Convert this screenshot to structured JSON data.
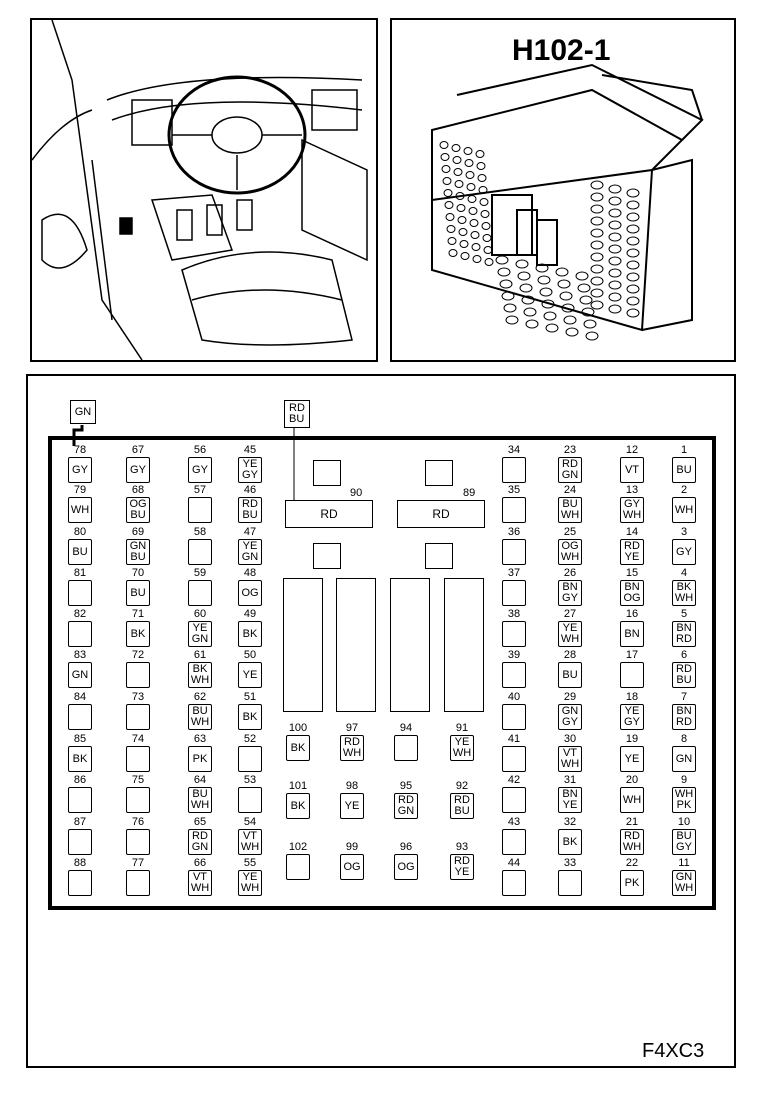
{
  "header": {
    "connector_id": "H102-1",
    "figure_code": "F4XC3"
  },
  "external": {
    "gn_label": "GN",
    "rdbu_label": "RD\nBU"
  },
  "relays": {
    "r90": {
      "num": "90",
      "label": "RD"
    },
    "r89": {
      "num": "89",
      "label": "RD"
    }
  },
  "pins": [
    {
      "n": "78",
      "c": "GY"
    },
    {
      "n": "79",
      "c": "WH"
    },
    {
      "n": "80",
      "c": "BU"
    },
    {
      "n": "81",
      "c": ""
    },
    {
      "n": "82",
      "c": ""
    },
    {
      "n": "83",
      "c": "GN"
    },
    {
      "n": "84",
      "c": ""
    },
    {
      "n": "85",
      "c": "BK"
    },
    {
      "n": "86",
      "c": ""
    },
    {
      "n": "87",
      "c": ""
    },
    {
      "n": "88",
      "c": ""
    },
    {
      "n": "67",
      "c": "GY"
    },
    {
      "n": "68",
      "c": "OG\nBU"
    },
    {
      "n": "69",
      "c": "GN\nBU"
    },
    {
      "n": "70",
      "c": "BU"
    },
    {
      "n": "71",
      "c": "BK"
    },
    {
      "n": "72",
      "c": ""
    },
    {
      "n": "73",
      "c": ""
    },
    {
      "n": "74",
      "c": ""
    },
    {
      "n": "75",
      "c": ""
    },
    {
      "n": "76",
      "c": ""
    },
    {
      "n": "77",
      "c": ""
    },
    {
      "n": "56",
      "c": "GY"
    },
    {
      "n": "57",
      "c": ""
    },
    {
      "n": "58",
      "c": ""
    },
    {
      "n": "59",
      "c": ""
    },
    {
      "n": "60",
      "c": "YE\nGN"
    },
    {
      "n": "61",
      "c": "BK\nWH"
    },
    {
      "n": "62",
      "c": "BU\nWH"
    },
    {
      "n": "63",
      "c": "PK"
    },
    {
      "n": "64",
      "c": "BU\nWH"
    },
    {
      "n": "65",
      "c": "RD\nGN"
    },
    {
      "n": "66",
      "c": "VT\nWH"
    },
    {
      "n": "45",
      "c": "YE\nGY"
    },
    {
      "n": "46",
      "c": "RD\nBU"
    },
    {
      "n": "47",
      "c": "YE\nGN"
    },
    {
      "n": "48",
      "c": "OG"
    },
    {
      "n": "49",
      "c": "BK"
    },
    {
      "n": "50",
      "c": "YE"
    },
    {
      "n": "51",
      "c": "BK"
    },
    {
      "n": "52",
      "c": ""
    },
    {
      "n": "53",
      "c": ""
    },
    {
      "n": "54",
      "c": "VT\nWH"
    },
    {
      "n": "55",
      "c": "YE\nWH"
    },
    {
      "n": "34",
      "c": ""
    },
    {
      "n": "35",
      "c": ""
    },
    {
      "n": "36",
      "c": ""
    },
    {
      "n": "37",
      "c": ""
    },
    {
      "n": "38",
      "c": ""
    },
    {
      "n": "39",
      "c": ""
    },
    {
      "n": "40",
      "c": ""
    },
    {
      "n": "41",
      "c": ""
    },
    {
      "n": "42",
      "c": ""
    },
    {
      "n": "43",
      "c": ""
    },
    {
      "n": "44",
      "c": ""
    },
    {
      "n": "23",
      "c": "RD\nGN"
    },
    {
      "n": "24",
      "c": "BU\nWH"
    },
    {
      "n": "25",
      "c": "OG\nWH"
    },
    {
      "n": "26",
      "c": "BN\nGY"
    },
    {
      "n": "27",
      "c": "YE\nWH"
    },
    {
      "n": "28",
      "c": "BU"
    },
    {
      "n": "29",
      "c": "GN\nGY"
    },
    {
      "n": "30",
      "c": "VT\nWH"
    },
    {
      "n": "31",
      "c": "BN\nYE"
    },
    {
      "n": "32",
      "c": "BK"
    },
    {
      "n": "33",
      "c": ""
    },
    {
      "n": "12",
      "c": "VT"
    },
    {
      "n": "13",
      "c": "GY\nWH"
    },
    {
      "n": "14",
      "c": "RD\nYE"
    },
    {
      "n": "15",
      "c": "BN\nOG"
    },
    {
      "n": "16",
      "c": "BN"
    },
    {
      "n": "17",
      "c": ""
    },
    {
      "n": "18",
      "c": "YE\nGY"
    },
    {
      "n": "19",
      "c": "YE"
    },
    {
      "n": "20",
      "c": "WH"
    },
    {
      "n": "21",
      "c": "RD\nWH"
    },
    {
      "n": "22",
      "c": "PK"
    },
    {
      "n": "1",
      "c": "BU"
    },
    {
      "n": "2",
      "c": "WH"
    },
    {
      "n": "3",
      "c": "GY"
    },
    {
      "n": "4",
      "c": "BK\nWH"
    },
    {
      "n": "5",
      "c": "BN\nRD"
    },
    {
      "n": "6",
      "c": "RD\nBU"
    },
    {
      "n": "7",
      "c": "BN\nRD"
    },
    {
      "n": "8",
      "c": "GN"
    },
    {
      "n": "9",
      "c": "WH\nPK"
    },
    {
      "n": "10",
      "c": "BU\nGY"
    },
    {
      "n": "11",
      "c": "GN\nWH"
    }
  ],
  "center_pins": [
    {
      "n": "100",
      "c": "BK"
    },
    {
      "n": "97",
      "c": "RD\nWH"
    },
    {
      "n": "94",
      "c": ""
    },
    {
      "n": "91",
      "c": "YE\nWH"
    },
    {
      "n": "101",
      "c": "BK"
    },
    {
      "n": "98",
      "c": "YE"
    },
    {
      "n": "95",
      "c": "RD\nGN"
    },
    {
      "n": "92",
      "c": "RD\nBU"
    },
    {
      "n": "102",
      "c": ""
    },
    {
      "n": "99",
      "c": "OG"
    },
    {
      "n": "96",
      "c": "OG"
    },
    {
      "n": "93",
      "c": "RD\nYE"
    }
  ]
}
